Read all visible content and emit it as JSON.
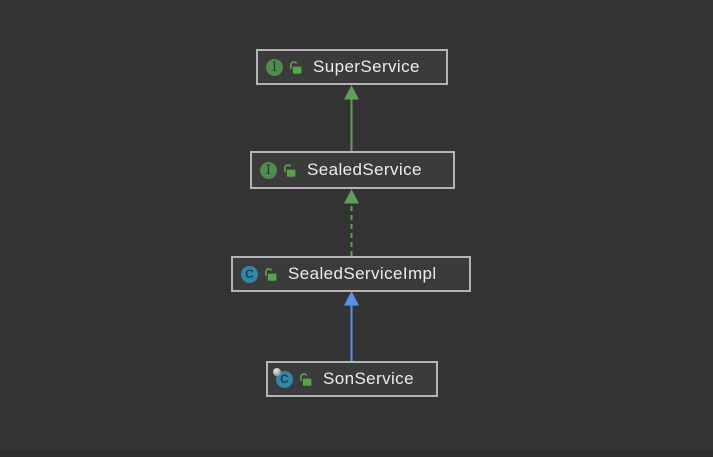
{
  "diagram": {
    "nodes": [
      {
        "label": "SuperService",
        "kind": "interface",
        "icon_letter": "I",
        "visibility": "public",
        "final": false
      },
      {
        "label": "SealedService",
        "kind": "interface",
        "icon_letter": "I",
        "visibility": "public",
        "final": false
      },
      {
        "label": "SealedServiceImpl",
        "kind": "class",
        "icon_letter": "C",
        "visibility": "public",
        "final": false
      },
      {
        "label": "SonService",
        "kind": "class",
        "icon_letter": "C",
        "visibility": "public",
        "final": true
      }
    ],
    "edges": [
      {
        "from": "SealedService",
        "to": "SuperService",
        "type": "extends",
        "line_style": "solid",
        "color": "#5f9e57"
      },
      {
        "from": "SealedServiceImpl",
        "to": "SealedService",
        "type": "implements",
        "line_style": "dashed",
        "color": "#5f9e57"
      },
      {
        "from": "SonService",
        "to": "SealedServiceImpl",
        "type": "extends",
        "line_style": "solid",
        "color": "#5a90e8"
      }
    ]
  },
  "colors": {
    "canvas-bg": "#333333",
    "node-bg": "#3b3b3b",
    "node-border": "#b4b4b4",
    "node-text": "#ececec",
    "edge-green": "#5f9e57",
    "edge-blue": "#5a90e8",
    "iface-green": "#4f8b4e",
    "class-teal": "#3187a8",
    "lock-green": "#58a247"
  }
}
